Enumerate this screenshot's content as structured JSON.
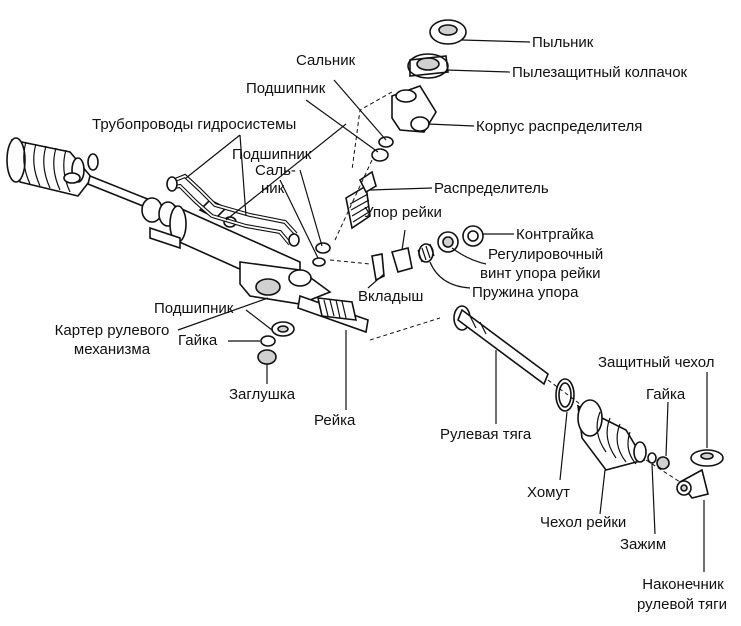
{
  "labels": {
    "pylnik": "Пыльник",
    "pylezashchitny": "Пылезащитный колпачок",
    "salnik_top": "Сальник",
    "podshipnik_top": "Подшипник",
    "korpus": "Корпус распределителя",
    "truboprovody": "Трубопроводы гидросистемы",
    "podshipnik_mid": "Подшипник",
    "salnik_split_1": "Саль-",
    "salnik_split_2": "ник",
    "raspredelitel": "Распределитель",
    "upor_reyki": "Упор рейки",
    "kontrgayka": "Контргайка",
    "regulirovochny_1": "Регулировочный",
    "regulirovochny_2": "винт упора рейки",
    "pruzhina": "Пружина упора",
    "vkladysh": "Вкладыш",
    "podshipnik_low": "Подшипник",
    "karter_1": "Картер рулевого",
    "karter_2": "механизма",
    "gayka_left": "Гайка",
    "zaglushka": "Заглушка",
    "reyka": "Рейка",
    "rulevaya_tyaga": "Рулевая тяга",
    "zashchitny_chekhol": "Защитный чехол",
    "gayka_right": "Гайка",
    "khomut": "Хомут",
    "chekhol_reyki": "Чехол рейки",
    "zazhim": "Зажим",
    "nakonechnik_1": "Наконечник",
    "nakonechnik_2": "рулевой тяги"
  }
}
